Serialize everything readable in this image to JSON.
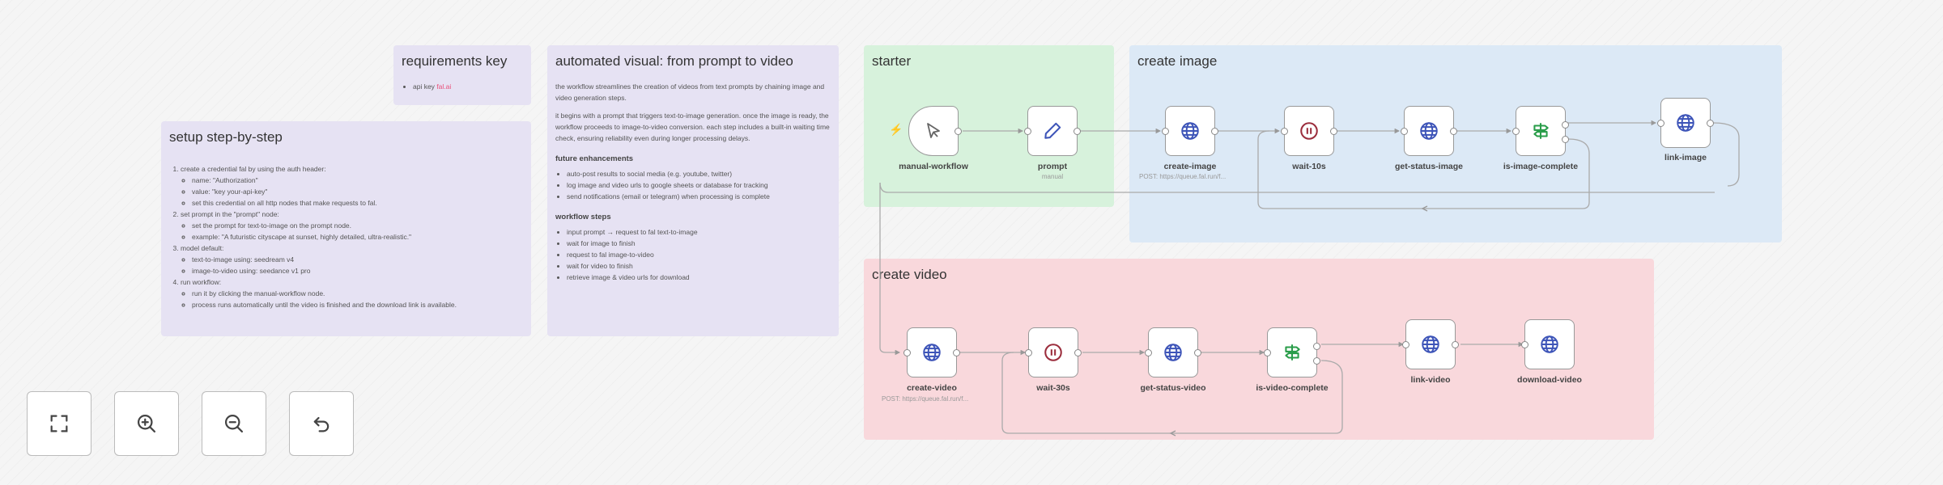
{
  "notes": {
    "requirements": {
      "title": "requirements key",
      "item_prefix": "api key",
      "item_highlight": "fal.ai"
    },
    "setup": {
      "title": "setup step-by-step",
      "steps": [
        {
          "text": "create a credential fal by using the auth header:",
          "sub": [
            "name: \"Authorization\"",
            "value: \"key your-api-key\"",
            "set this credential on all http nodes that make requests to fal."
          ]
        },
        {
          "text": "set prompt in the \"prompt\" node:",
          "sub": [
            "set the prompt for text-to-image on the prompt node.",
            "example: \"A futuristic cityscape at sunset, highly detailed, ultra-realistic.\""
          ]
        },
        {
          "text": "model default:",
          "sub": [
            "text-to-image using: seedream v4",
            "image-to-video using: seedance v1 pro"
          ]
        },
        {
          "text": "run workflow:",
          "sub": [
            "run it by clicking the manual-workflow node.",
            "process runs automatically until the video is finished and the download link is available."
          ]
        }
      ]
    },
    "automated": {
      "title": "automated visual: from prompt to video",
      "para1": "the workflow streamlines the creation of videos from text prompts by chaining image and video generation steps.",
      "para2": "it begins with a prompt that triggers text-to-image generation. once the image is ready, the workflow proceeds to image-to-video conversion. each step includes a built-in waiting time check, ensuring reliability even during longer processing delays.",
      "future_heading": "future enhancements",
      "future_items": [
        "auto-post results to social media (e.g. youtube, twitter)",
        "log image and video urls to google sheets or database for tracking",
        "send notifications (email or telegram) when processing is complete"
      ],
      "steps_heading": "workflow steps",
      "steps_items": [
        "input prompt → request to fal text-to-image",
        "wait for image to finish",
        "request to fal image-to-video",
        "wait for video to finish",
        "retrieve image & video urls for download"
      ]
    },
    "starter": {
      "title": "starter"
    },
    "create_image": {
      "title": "create image"
    },
    "create_video": {
      "title": "create video"
    }
  },
  "nodes": {
    "manual_workflow": {
      "label": "manual-workflow",
      "icon": "cursor-icon"
    },
    "prompt": {
      "label": "prompt",
      "sub": "manual",
      "icon": "pencil-icon"
    },
    "create_image": {
      "label": "create-image",
      "sub": "POST: https://queue.fal.run/f...",
      "icon": "globe-icon"
    },
    "wait_10s": {
      "label": "wait-10s",
      "icon": "pause-icon"
    },
    "get_status_image": {
      "label": "get-status-image",
      "icon": "globe-icon"
    },
    "is_image_complete": {
      "label": "is-image-complete",
      "icon": "signpost-icon"
    },
    "link_image": {
      "label": "link-image",
      "icon": "globe-icon"
    },
    "create_video": {
      "label": "create-video",
      "sub": "POST: https://queue.fal.run/f...",
      "icon": "globe-icon"
    },
    "wait_30s": {
      "label": "wait-30s",
      "icon": "pause-icon"
    },
    "get_status_video": {
      "label": "get-status-video",
      "icon": "globe-icon"
    },
    "is_video_complete": {
      "label": "is-video-complete",
      "icon": "signpost-icon"
    },
    "link_video": {
      "label": "link-video",
      "icon": "globe-icon"
    },
    "download_video": {
      "label": "download-video",
      "icon": "globe-icon"
    }
  },
  "controls": [
    {
      "name": "fit-view-button",
      "icon": "expand-icon"
    },
    {
      "name": "zoom-in-button",
      "icon": "zoom-in-icon"
    },
    {
      "name": "zoom-out-button",
      "icon": "zoom-out-icon"
    },
    {
      "name": "undo-button",
      "icon": "undo-icon"
    }
  ],
  "colors": {
    "note_purple": "#e6e2f3",
    "note_green": "#d7f2dc",
    "note_blue": "#dce9f6",
    "note_red": "#f9d8dc",
    "globe_blue": "#3d54b8",
    "pause_red": "#9b2d3c",
    "pencil_blue": "#3d54b8",
    "signpost_green": "#2a9d4a",
    "trigger_orange": "#f26a3c"
  }
}
